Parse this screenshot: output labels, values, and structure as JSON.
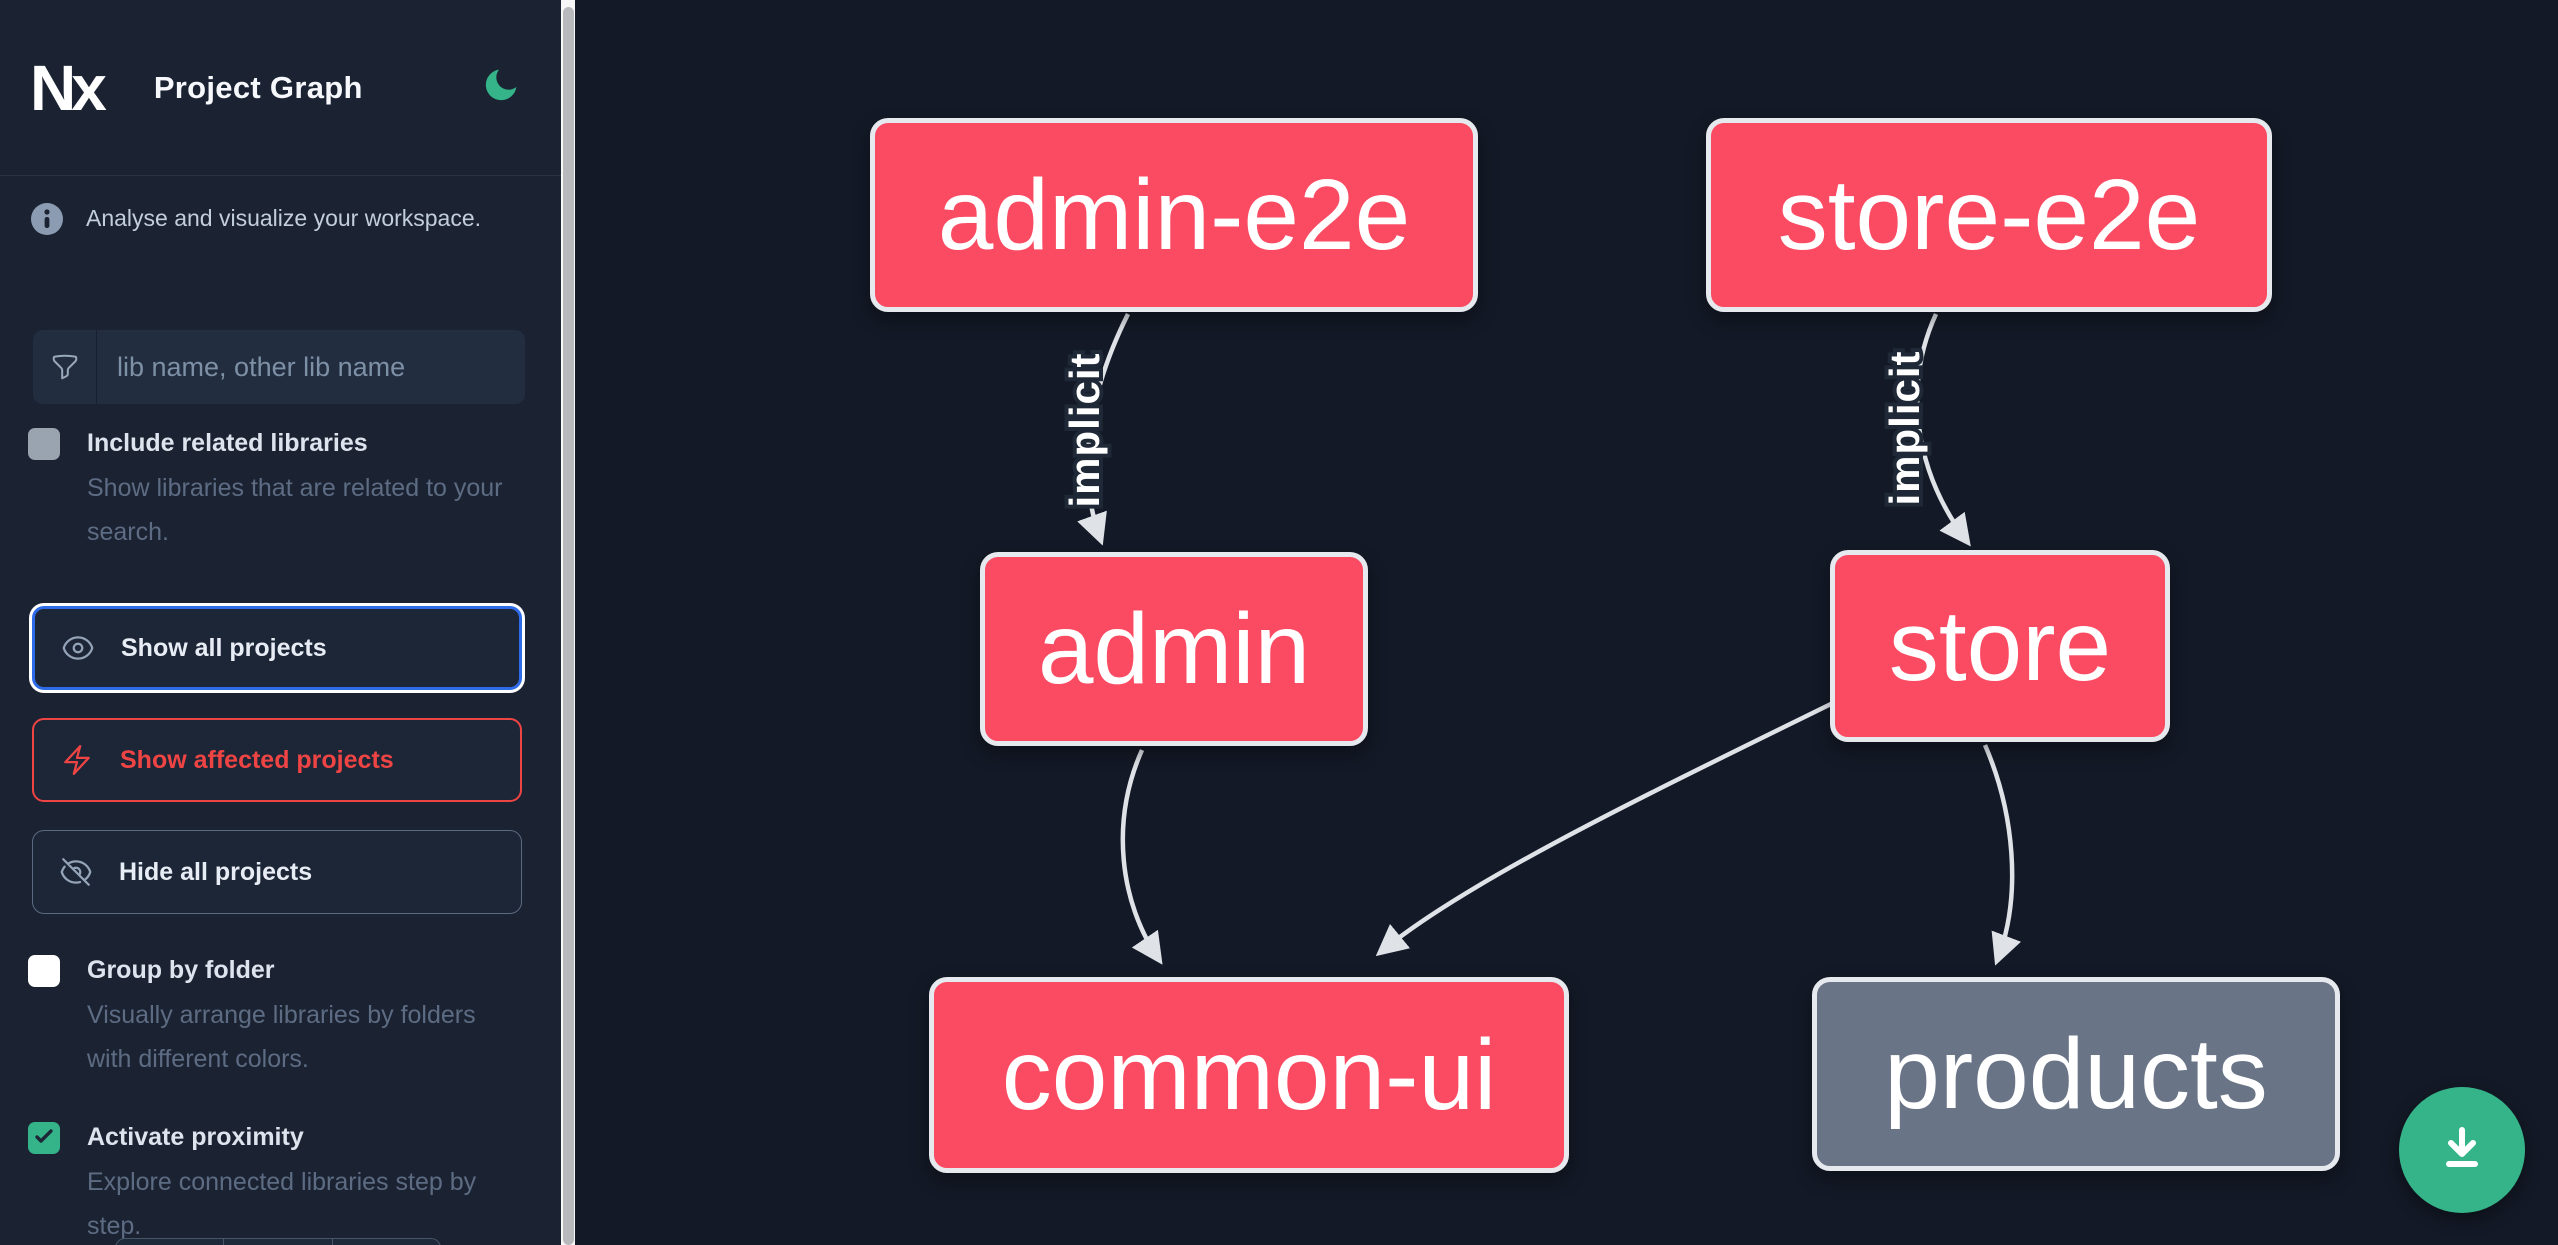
{
  "header": {
    "app_title": "Project Graph"
  },
  "sidebar": {
    "tagline": "Analyse and visualize your workspace.",
    "search": {
      "placeholder": "lib name, other lib name",
      "value": ""
    },
    "related_checkbox": {
      "label": "Include related libraries",
      "description": "Show libraries that are related to your search.",
      "checked": false,
      "disabled": true
    },
    "actions": {
      "show_all": "Show all projects",
      "show_affected": "Show affected projects",
      "hide_all": "Hide all projects"
    },
    "group_checkbox": {
      "label": "Group by folder",
      "description": "Visually arrange libraries by folders with different colors.",
      "checked": false
    },
    "proximity_checkbox": {
      "label": "Activate proximity",
      "description": "Explore connected libraries step by step.",
      "checked": true
    }
  },
  "graph": {
    "nodes": [
      {
        "id": "admin-e2e",
        "label": "admin-e2e",
        "kind": "app"
      },
      {
        "id": "store-e2e",
        "label": "store-e2e",
        "kind": "app"
      },
      {
        "id": "admin",
        "label": "admin",
        "kind": "app"
      },
      {
        "id": "store",
        "label": "store",
        "kind": "app"
      },
      {
        "id": "common-ui",
        "label": "common-ui",
        "kind": "lib"
      },
      {
        "id": "products",
        "label": "products",
        "kind": "lib-unfocused"
      }
    ],
    "edges": [
      {
        "from": "admin-e2e",
        "to": "admin",
        "label": "implicit"
      },
      {
        "from": "store-e2e",
        "to": "store",
        "label": "implicit"
      },
      {
        "from": "admin",
        "to": "common-ui",
        "label": ""
      },
      {
        "from": "store",
        "to": "common-ui",
        "label": ""
      },
      {
        "from": "store",
        "to": "products",
        "label": ""
      }
    ]
  },
  "colors": {
    "node_primary": "#fb4b63",
    "node_muted": "#6a7487",
    "accent_green": "#35b489",
    "accent_blue": "#2e6be8",
    "accent_red": "#ef4444",
    "edge": "#dfe3e8",
    "sidebar_bg": "#1b2333",
    "canvas_bg": "#131926"
  },
  "fab": {
    "action": "download-graph-image"
  }
}
